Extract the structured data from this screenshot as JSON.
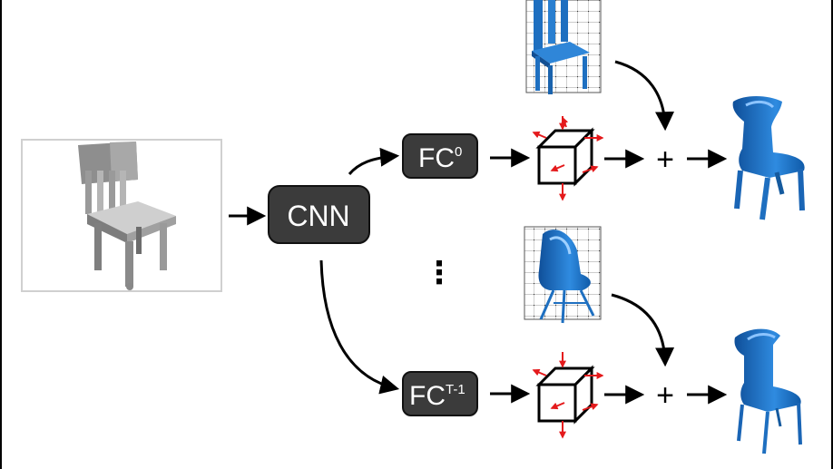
{
  "nodes": {
    "cnn": {
      "label": "CNN"
    },
    "fc_first": {
      "label": "FC",
      "superscript": "0"
    },
    "fc_last": {
      "label": "FC",
      "superscript": "T-1"
    },
    "ellipsis": {
      "label": "⋮"
    },
    "plus_top": {
      "label": "+"
    },
    "plus_bottom": {
      "label": "+"
    }
  },
  "colors": {
    "box_fill": "#3b3b3b",
    "shape_blue": "#1e6fc0",
    "arrow_red": "#e41a1c",
    "arrow": "#000000"
  },
  "icons": [
    "input-chair-render",
    "template-chair-grid",
    "template-shell-chair-grid",
    "deformation-cube-icon",
    "output-chair-mesh"
  ]
}
